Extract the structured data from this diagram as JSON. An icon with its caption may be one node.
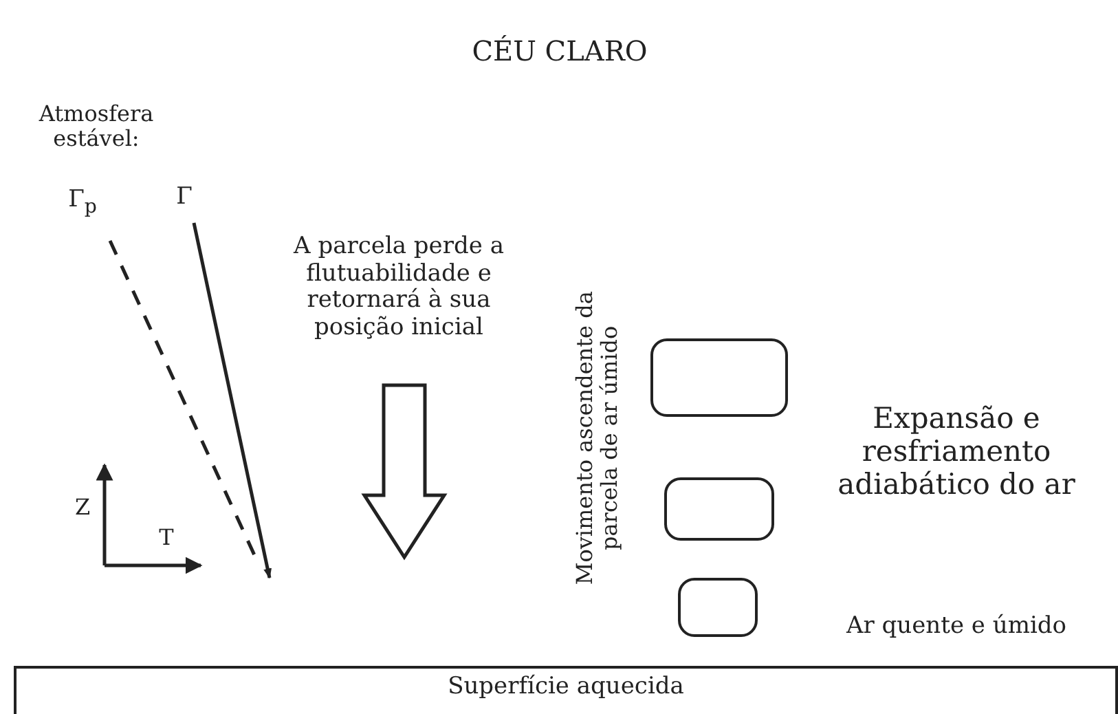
{
  "diagram": {
    "title": "CÉU CLARO",
    "nodes": [
      {
        "text": [],
        "shape": "box"
      },
      {
        "text": [],
        "shape": "box"
      },
      {
        "text": [],
        "shape": "box"
      },
      {
        "text": [
          "Superfície aquecida"
        ]
      }
    ],
    "labels": [
      "Atmosfera estável:",
      "Γ$_{p}$",
      "Γ",
      "A parcela perde a flutuabilidade e retornará à sua posição inicial",
      "Z",
      "T",
      "Movimento ascendente da parcela de ar úmido",
      "Expansão e resfriamento adiabático do ar",
      "Ar quente e úmido"
    ]
  }
}
